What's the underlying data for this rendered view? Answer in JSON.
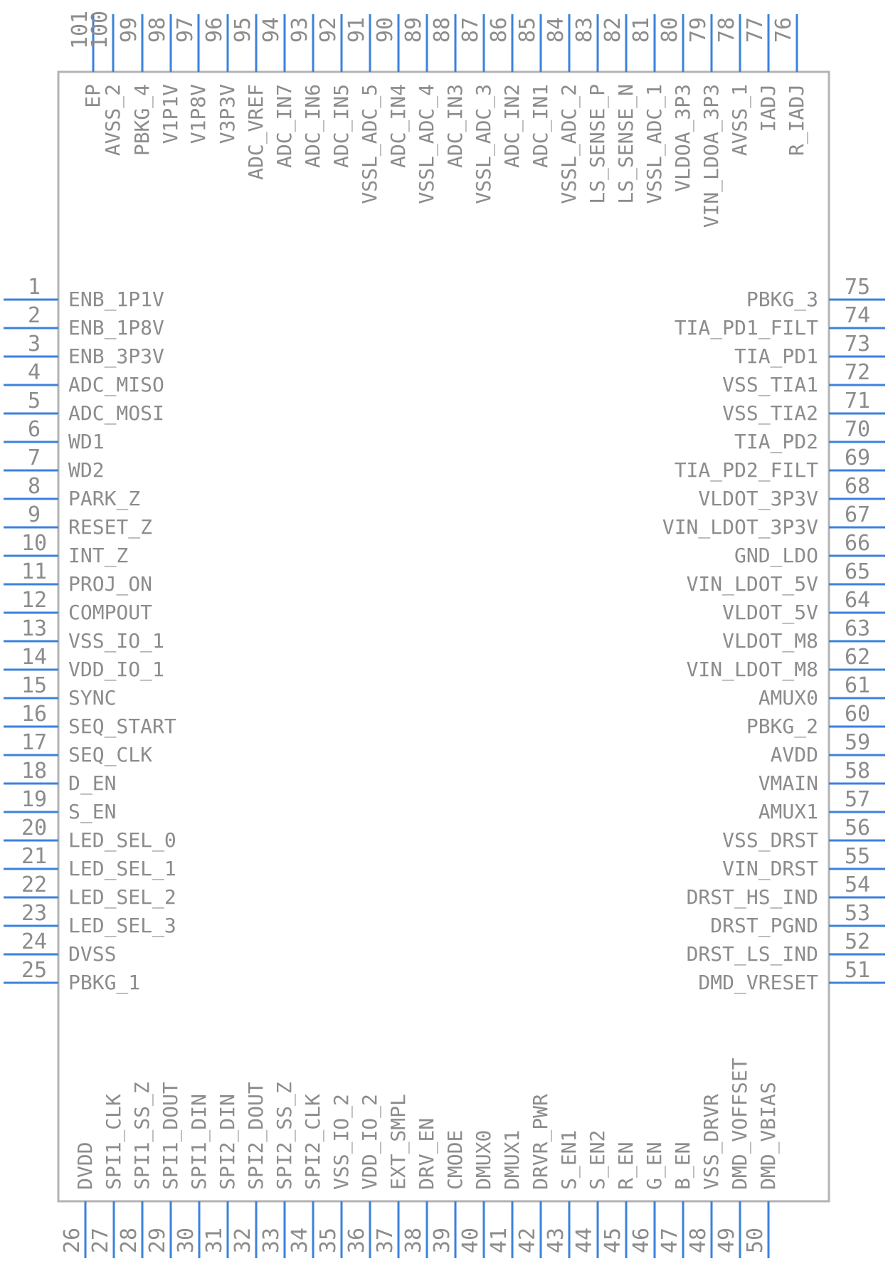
{
  "component": {
    "colors": {
      "pin": "#3b82dc",
      "body_outline": "#b3b3b3",
      "text": "#8c8c8c"
    },
    "left_pins": [
      {
        "number": "1",
        "name": "ENB_1P1V"
      },
      {
        "number": "2",
        "name": "ENB_1P8V"
      },
      {
        "number": "3",
        "name": "ENB_3P3V"
      },
      {
        "number": "4",
        "name": "ADC_MISO"
      },
      {
        "number": "5",
        "name": "ADC_MOSI"
      },
      {
        "number": "6",
        "name": "WD1"
      },
      {
        "number": "7",
        "name": "WD2"
      },
      {
        "number": "8",
        "name": "PARK_Z"
      },
      {
        "number": "9",
        "name": "RESET_Z"
      },
      {
        "number": "10",
        "name": "INT_Z"
      },
      {
        "number": "11",
        "name": "PROJ_ON"
      },
      {
        "number": "12",
        "name": "COMPOUT"
      },
      {
        "number": "13",
        "name": "VSS_IO_1"
      },
      {
        "number": "14",
        "name": "VDD_IO_1"
      },
      {
        "number": "15",
        "name": "SYNC"
      },
      {
        "number": "16",
        "name": "SEQ_START"
      },
      {
        "number": "17",
        "name": "SEQ_CLK"
      },
      {
        "number": "18",
        "name": "D_EN"
      },
      {
        "number": "19",
        "name": "S_EN"
      },
      {
        "number": "20",
        "name": "LED_SEL_0"
      },
      {
        "number": "21",
        "name": "LED_SEL_1"
      },
      {
        "number": "22",
        "name": "LED_SEL_2"
      },
      {
        "number": "23",
        "name": "LED_SEL_3"
      },
      {
        "number": "24",
        "name": "DVSS"
      },
      {
        "number": "25",
        "name": "PBKG_1"
      }
    ],
    "right_pins": [
      {
        "number": "75",
        "name": "PBKG_3"
      },
      {
        "number": "74",
        "name": "TIA_PD1_FILT"
      },
      {
        "number": "73",
        "name": "TIA_PD1"
      },
      {
        "number": "72",
        "name": "VSS_TIA1"
      },
      {
        "number": "71",
        "name": "VSS_TIA2"
      },
      {
        "number": "70",
        "name": "TIA_PD2"
      },
      {
        "number": "69",
        "name": "TIA_PD2_FILT"
      },
      {
        "number": "68",
        "name": "VLDOT_3P3V"
      },
      {
        "number": "67",
        "name": "VIN_LDOT_3P3V"
      },
      {
        "number": "66",
        "name": "GND_LDO"
      },
      {
        "number": "65",
        "name": "VIN_LDOT_5V"
      },
      {
        "number": "64",
        "name": "VLDOT_5V"
      },
      {
        "number": "63",
        "name": "VLDOT_M8"
      },
      {
        "number": "62",
        "name": "VIN_LDOT_M8"
      },
      {
        "number": "61",
        "name": "AMUX0"
      },
      {
        "number": "60",
        "name": "PBKG_2"
      },
      {
        "number": "59",
        "name": "AVDD"
      },
      {
        "number": "58",
        "name": "VMAIN"
      },
      {
        "number": "57",
        "name": "AMUX1"
      },
      {
        "number": "56",
        "name": "VSS_DRST"
      },
      {
        "number": "55",
        "name": "VIN_DRST"
      },
      {
        "number": "54",
        "name": "DRST_HS_IND"
      },
      {
        "number": "53",
        "name": "DRST_PGND"
      },
      {
        "number": "52",
        "name": "DRST_LS_IND"
      },
      {
        "number": "51",
        "name": "DMD_VRESET"
      }
    ],
    "top_pins": [
      {
        "number": "101",
        "name": "EP"
      },
      {
        "number": "100",
        "name": "AVSS_2"
      },
      {
        "number": "99",
        "name": "PBKG_4"
      },
      {
        "number": "98",
        "name": "V1P1V"
      },
      {
        "number": "97",
        "name": "V1P8V"
      },
      {
        "number": "96",
        "name": "V3P3V"
      },
      {
        "number": "95",
        "name": "ADC_VREF"
      },
      {
        "number": "94",
        "name": "ADC_IN7"
      },
      {
        "number": "93",
        "name": "ADC_IN6"
      },
      {
        "number": "92",
        "name": "ADC_IN5"
      },
      {
        "number": "91",
        "name": "VSSL_ADC_5"
      },
      {
        "number": "90",
        "name": "ADC_IN4"
      },
      {
        "number": "89",
        "name": "VSSL_ADC_4"
      },
      {
        "number": "88",
        "name": "ADC_IN3"
      },
      {
        "number": "87",
        "name": "VSSL_ADC_3"
      },
      {
        "number": "86",
        "name": "ADC_IN2"
      },
      {
        "number": "85",
        "name": "ADC_IN1"
      },
      {
        "number": "84",
        "name": "VSSL_ADC_2"
      },
      {
        "number": "83",
        "name": "LS_SENSE_P"
      },
      {
        "number": "82",
        "name": "LS_SENSE_N"
      },
      {
        "number": "81",
        "name": "VSSL_ADC_1"
      },
      {
        "number": "80",
        "name": "VLDOA_3P3"
      },
      {
        "number": "79",
        "name": "VIN_LDOA_3P3"
      },
      {
        "number": "78",
        "name": "AVSS_1"
      },
      {
        "number": "77",
        "name": "IADJ"
      },
      {
        "number": "76",
        "name": "R_IADJ"
      }
    ],
    "bottom_pins": [
      {
        "number": "26",
        "name": "DVDD"
      },
      {
        "number": "27",
        "name": "SPI1_CLK"
      },
      {
        "number": "28",
        "name": "SPI1_SS_Z"
      },
      {
        "number": "29",
        "name": "SPI1_DOUT"
      },
      {
        "number": "30",
        "name": "SPI1_DIN"
      },
      {
        "number": "31",
        "name": "SPI2_DIN"
      },
      {
        "number": "32",
        "name": "SPI2_DOUT"
      },
      {
        "number": "33",
        "name": "SPI2_SS_Z"
      },
      {
        "number": "34",
        "name": "SPI2_CLK"
      },
      {
        "number": "35",
        "name": "VSS_IO_2"
      },
      {
        "number": "36",
        "name": "VDD_IO_2"
      },
      {
        "number": "37",
        "name": "EXT_SMPL"
      },
      {
        "number": "38",
        "name": "DRV_EN"
      },
      {
        "number": "39",
        "name": "CMODE"
      },
      {
        "number": "40",
        "name": "DMUX0"
      },
      {
        "number": "41",
        "name": "DMUX1"
      },
      {
        "number": "42",
        "name": "DRVR_PWR"
      },
      {
        "number": "43",
        "name": "S_EN1"
      },
      {
        "number": "44",
        "name": "S_EN2"
      },
      {
        "number": "45",
        "name": "R_EN"
      },
      {
        "number": "46",
        "name": "G_EN"
      },
      {
        "number": "47",
        "name": "B_EN"
      },
      {
        "number": "48",
        "name": "VSS_DRVR"
      },
      {
        "number": "49",
        "name": "DMD_VOFFSET"
      },
      {
        "number": "50",
        "name": "DMD_VBIAS"
      }
    ]
  }
}
